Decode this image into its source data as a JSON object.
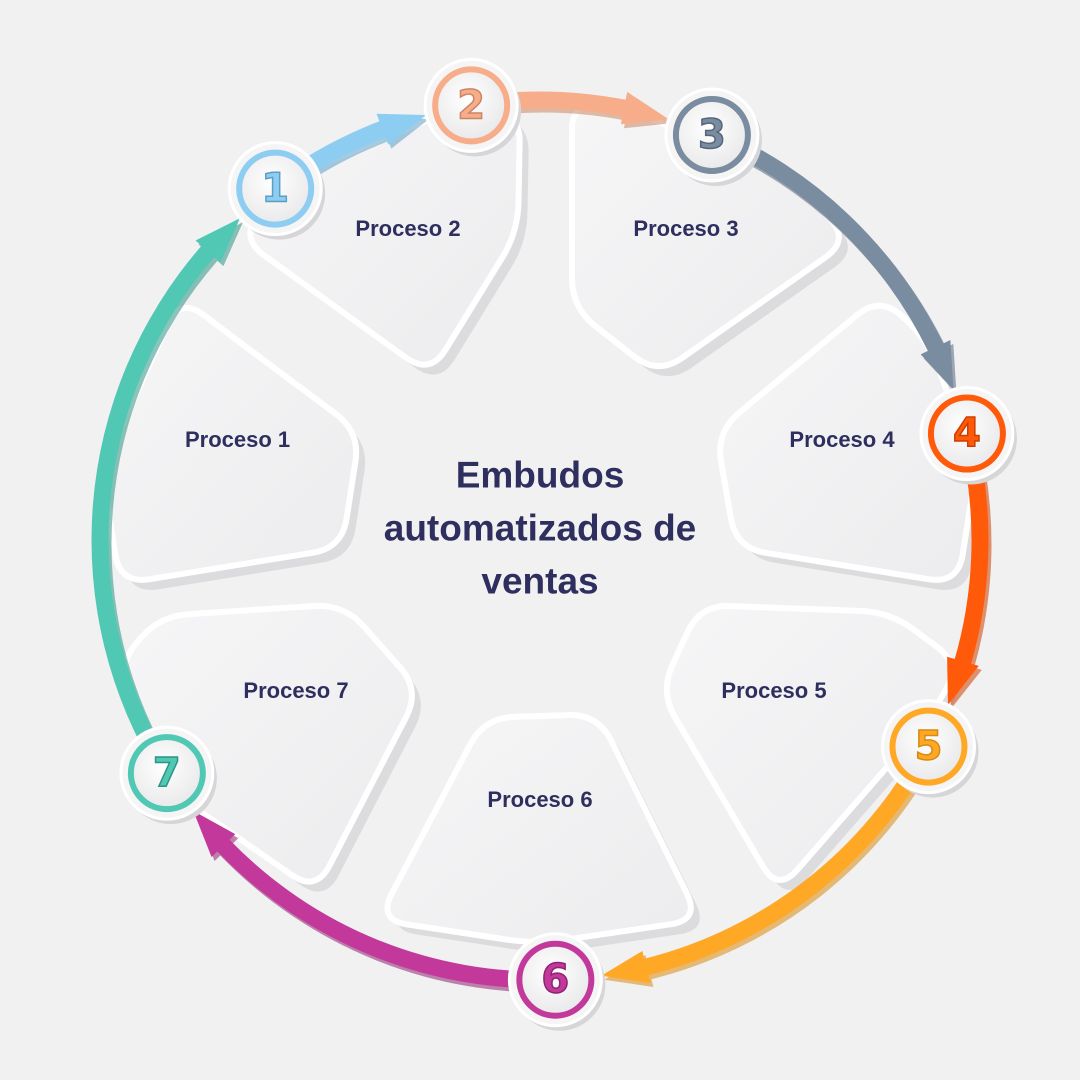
{
  "title": "Embudos automatizados de ventas",
  "steps": [
    {
      "number": "1",
      "label": "Proceso 1",
      "color": "#8ecdf2",
      "dark": "#5d9fc4"
    },
    {
      "number": "2",
      "label": "Proceso 2",
      "color": "#f7ad8a",
      "dark": "#c98665"
    },
    {
      "number": "3",
      "label": "Proceso 3",
      "color": "#7a8ca0",
      "dark": "#55667a"
    },
    {
      "number": "4",
      "label": "Proceso 4",
      "color": "#ff5a0a",
      "dark": "#cc3f00"
    },
    {
      "number": "5",
      "label": "Proceso 5",
      "color": "#ffa826",
      "dark": "#d88a10"
    },
    {
      "number": "6",
      "label": "Proceso 6",
      "color": "#c3399b",
      "dark": "#8e2470"
    },
    {
      "number": "7",
      "label": "Proceso 7",
      "color": "#50c8b4",
      "dark": "#2e9484"
    }
  ]
}
